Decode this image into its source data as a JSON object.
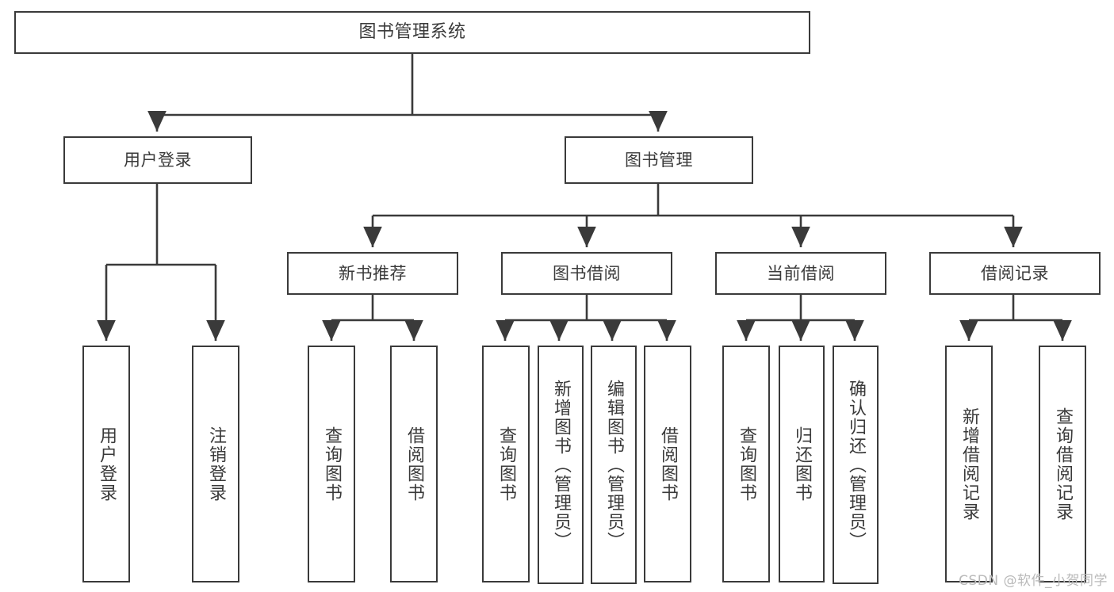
{
  "diagram": {
    "type": "tree",
    "title": "图书管理系统",
    "orientation": "top-down",
    "colors": {
      "stroke": "#3a3a3a",
      "fill": "#ffffff",
      "text": "#3a3a3a",
      "watermark": "#b9b9b9"
    },
    "root": {
      "label": "图书管理系统"
    },
    "level2": [
      {
        "label": "用户登录"
      },
      {
        "label": "图书管理"
      }
    ],
    "level3": [
      {
        "label": "新书推荐"
      },
      {
        "label": "图书借阅"
      },
      {
        "label": "当前借阅"
      },
      {
        "label": "借阅记录"
      }
    ],
    "leaves": {
      "user_login": [
        {
          "label": "用户登录"
        },
        {
          "label": "注销登录"
        }
      ],
      "new_book_recommend": [
        {
          "label": "查询图书"
        },
        {
          "label": "借阅图书"
        }
      ],
      "book_borrow": [
        {
          "label": "查询图书"
        },
        {
          "label": "新增图书（管理员）"
        },
        {
          "label": "编辑图书（管理员）"
        },
        {
          "label": "借阅图书"
        }
      ],
      "current_borrow": [
        {
          "label": "查询图书"
        },
        {
          "label": "归还图书"
        },
        {
          "label": "确认归还（管理员）"
        }
      ],
      "borrow_record": [
        {
          "label": "新增借阅记录"
        },
        {
          "label": "查询借阅记录"
        }
      ]
    }
  },
  "watermark": {
    "text": "CSDN @软件_小贺同学"
  }
}
